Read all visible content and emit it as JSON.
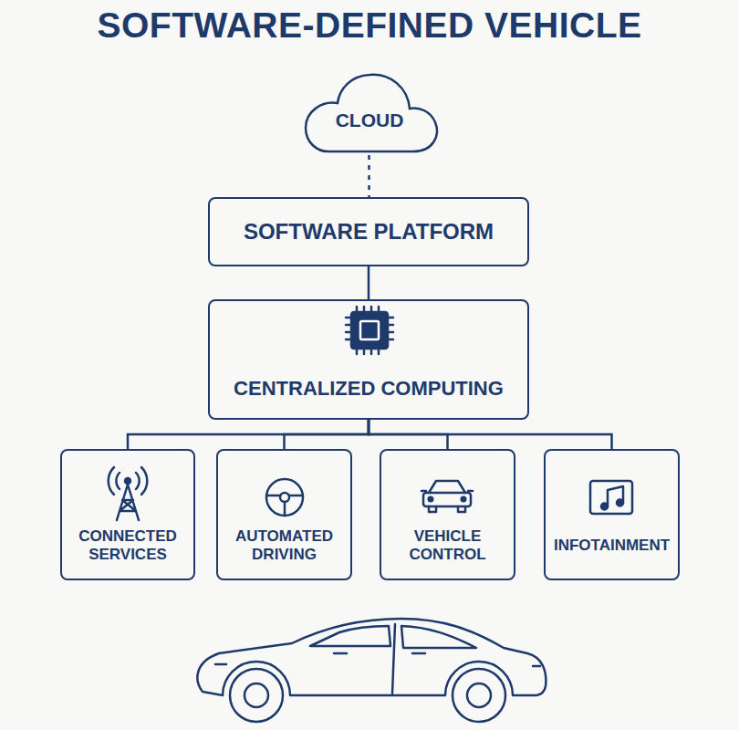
{
  "diagram": {
    "title": "SOFTWARE-DEFINED VEHICLE",
    "nodes": [
      {
        "text": [
          "CLOUD"
        ]
      },
      {
        "text": [
          "SOFTWARE PLATFORM"
        ]
      },
      {
        "text": [
          "CENTRALIZED COMPUTING"
        ]
      },
      {
        "text": [
          "CONNECTED SERVICES"
        ]
      },
      {
        "text": [
          "AUTOMATED DRIVING"
        ]
      },
      {
        "text": [
          "VEHICLE CONTROL"
        ]
      },
      {
        "text": [
          "INFOTAINMENT"
        ]
      }
    ],
    "edges": [
      {
        "from": 0,
        "to": 1,
        "arrow": "none"
      },
      {
        "from": 1,
        "to": 2,
        "arrow": "none"
      },
      {
        "from": 2,
        "to": 3,
        "arrow": "none"
      },
      {
        "from": 2,
        "to": 4,
        "arrow": "none"
      },
      {
        "from": 2,
        "to": 5,
        "arrow": "none"
      },
      {
        "from": 2,
        "to": 6,
        "arrow": "none"
      }
    ]
  }
}
